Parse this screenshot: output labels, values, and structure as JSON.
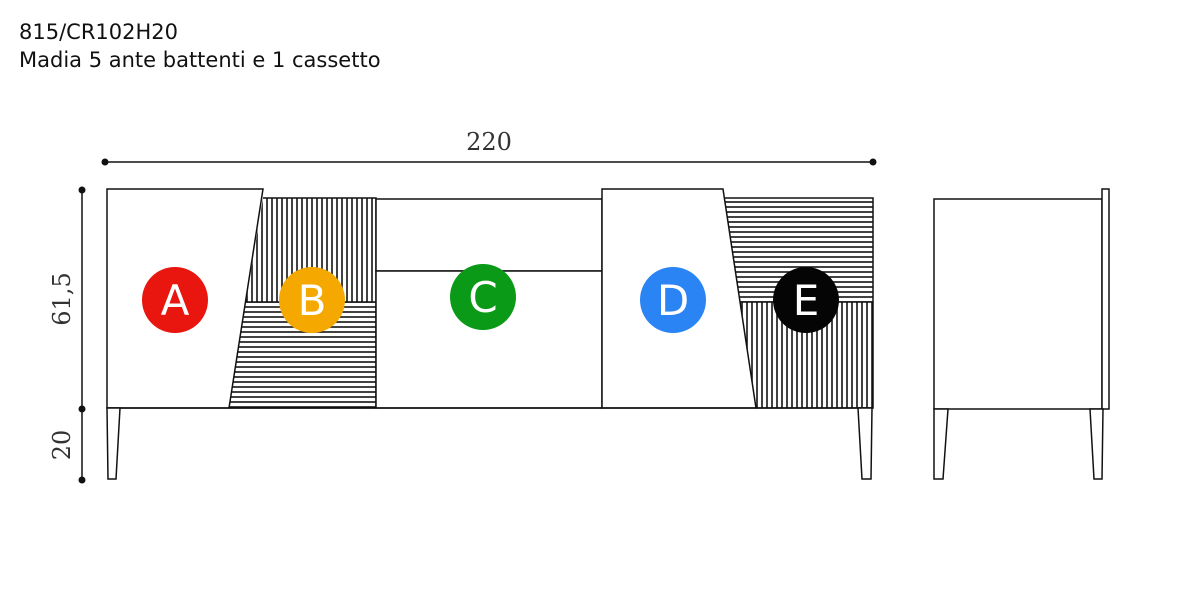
{
  "header": {
    "code": "815/CR102H20",
    "description": "Madia 5 ante battenti e 1 cassetto"
  },
  "dimensions": {
    "width": "220",
    "height": "61,5",
    "legs": "20"
  },
  "badges": [
    {
      "letter": "A",
      "color": "#e8160f"
    },
    {
      "letter": "B",
      "color": "#f5a800"
    },
    {
      "letter": "C",
      "color": "#0a9a17"
    },
    {
      "letter": "D",
      "color": "#2b84f3"
    },
    {
      "letter": "E",
      "color": "#050505"
    }
  ]
}
